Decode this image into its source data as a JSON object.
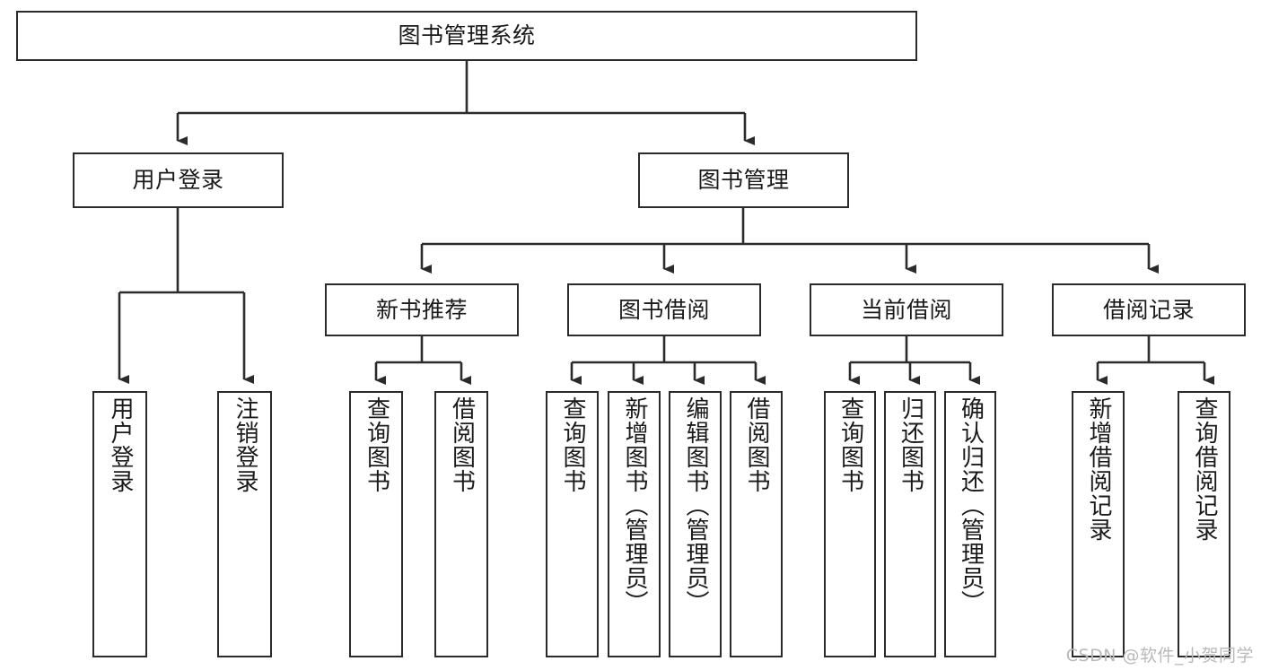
{
  "diagram": {
    "type": "tree-hierarchy",
    "title": "图书管理系统",
    "watermark": "CSDN @软件_小贺同学",
    "colors": {
      "stroke": "#2b2b2b",
      "fill": "#ffffff",
      "text": "#1a1a1a",
      "watermark": "#b9b9b9"
    },
    "nodes": {
      "root": {
        "label": "图书管理系统",
        "level": 1,
        "orientation": "horizontal"
      },
      "l2": [
        {
          "id": "user-login",
          "label": "用户登录",
          "level": 2,
          "orientation": "horizontal"
        },
        {
          "id": "book-manage",
          "label": "图书管理",
          "level": 2,
          "orientation": "horizontal"
        }
      ],
      "l3": [
        {
          "id": "new-book-recommend",
          "label": "新书推荐",
          "level": 3,
          "orientation": "horizontal"
        },
        {
          "id": "book-borrow",
          "label": "图书借阅",
          "level": 3,
          "orientation": "horizontal"
        },
        {
          "id": "current-borrow",
          "label": "当前借阅",
          "level": 3,
          "orientation": "horizontal"
        },
        {
          "id": "borrow-record",
          "label": "借阅记录",
          "level": 3,
          "orientation": "horizontal"
        }
      ],
      "leaves": [
        {
          "id": "leaf-user-login",
          "label": "用户登录",
          "parent": "user-login",
          "orientation": "vertical"
        },
        {
          "id": "leaf-user-logout",
          "label": "注销登录",
          "parent": "user-login",
          "orientation": "vertical"
        },
        {
          "id": "leaf-query-book-1",
          "label": "查询图书",
          "parent": "new-book-recommend",
          "orientation": "vertical"
        },
        {
          "id": "leaf-borrow-book-1",
          "label": "借阅图书",
          "parent": "new-book-recommend",
          "orientation": "vertical"
        },
        {
          "id": "leaf-query-book-2",
          "label": "查询图书",
          "parent": "book-borrow",
          "orientation": "vertical"
        },
        {
          "id": "leaf-add-book",
          "label": "新增图书（管理员）",
          "parent": "book-borrow",
          "orientation": "vertical"
        },
        {
          "id": "leaf-edit-book",
          "label": "编辑图书（管理员）",
          "parent": "book-borrow",
          "orientation": "vertical"
        },
        {
          "id": "leaf-borrow-book-2",
          "label": "借阅图书",
          "parent": "book-borrow",
          "orientation": "vertical"
        },
        {
          "id": "leaf-query-book-3",
          "label": "查询图书",
          "parent": "current-borrow",
          "orientation": "vertical"
        },
        {
          "id": "leaf-return-book",
          "label": "归还图书",
          "parent": "current-borrow",
          "orientation": "vertical"
        },
        {
          "id": "leaf-confirm-return",
          "label": "确认归还（管理员）",
          "parent": "current-borrow",
          "orientation": "vertical"
        },
        {
          "id": "leaf-add-record",
          "label": "新增借阅记录",
          "parent": "borrow-record",
          "orientation": "vertical"
        },
        {
          "id": "leaf-query-record",
          "label": "查询借阅记录",
          "parent": "borrow-record",
          "orientation": "vertical"
        }
      ]
    }
  }
}
